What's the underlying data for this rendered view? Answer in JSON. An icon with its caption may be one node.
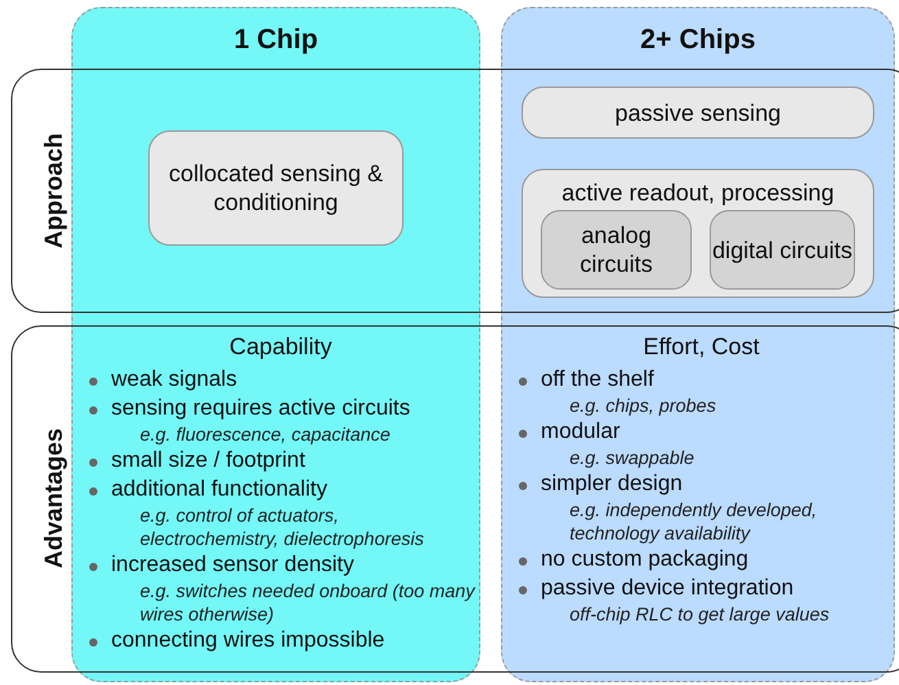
{
  "diagram": {
    "nodes": [
      {
        "text": [
          "1 Chip"
        ]
      },
      {
        "text": [
          "2+ Chips"
        ]
      },
      {
        "text": [
          "Approach"
        ]
      },
      {
        "text": [
          "Advantages"
        ]
      },
      {
        "text": [
          "collocated sensing & conditioning"
        ]
      },
      {
        "text": [
          "passive sensing"
        ]
      },
      {
        "text": [
          "active readout, processing"
        ]
      },
      {
        "text": [
          "analog circuits"
        ],
        "in": 6
      },
      {
        "text": [
          "digital circuits"
        ],
        "in": 6
      }
    ],
    "labels": [
      "Capability",
      "weak signals",
      "sensing requires active circuits",
      "e.g. fluorescence, capacitance",
      "small size / footprint",
      "additional functionality",
      "e.g. control of actuators, electrochemistry, dielectrophoresis",
      "increased sensor density",
      "e.g. switches needed onboard (too many wires otherwise)",
      "connecting wires impossible",
      "Effort, Cost",
      "off the shelf",
      "e.g. chips, probes",
      "modular",
      "e.g. swappable",
      "simpler design",
      "e.g. independently developed, technology availability",
      "no custom packaging",
      "passive device integration",
      "off-chip RLC to get large values"
    ]
  }
}
